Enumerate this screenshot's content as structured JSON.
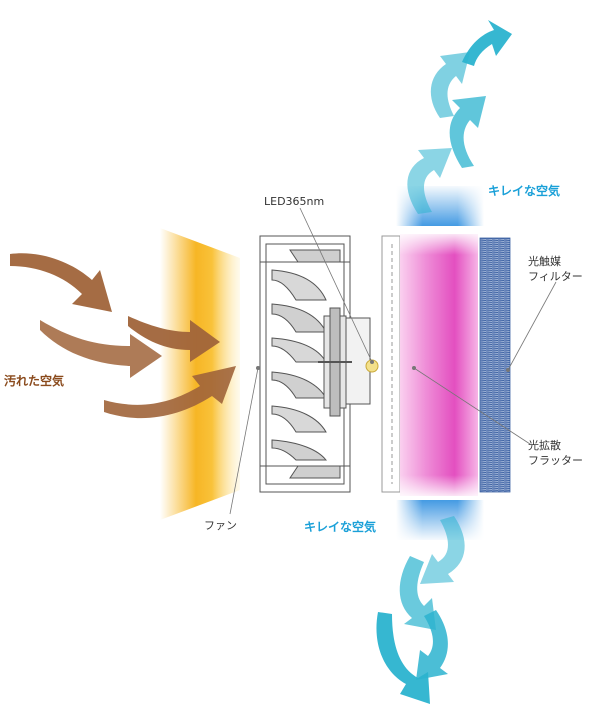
{
  "labels": {
    "dirty_air": "汚れた空気",
    "clean_air_top": "キレイな空気",
    "clean_air_bottom": "キレイな空気",
    "led": "LED365nm",
    "fan": "ファン",
    "filter_line1": "光触媒",
    "filter_line2": "フィルター",
    "diffuser_line1": "光拡散",
    "diffuser_line2": "フラッター"
  },
  "colors": {
    "dirty_air_arrow": "#a0643a",
    "dirty_air_text": "#8a4a1c",
    "clean_air_arrow": "#2bb3cf",
    "clean_air_text": "#1aa0d8",
    "intake_glow": "#f6b21a",
    "diffuser": "#e34fc0",
    "filter": "#3d62a3",
    "clean_band": "#2f8fe0",
    "led": "#f3e08a"
  }
}
